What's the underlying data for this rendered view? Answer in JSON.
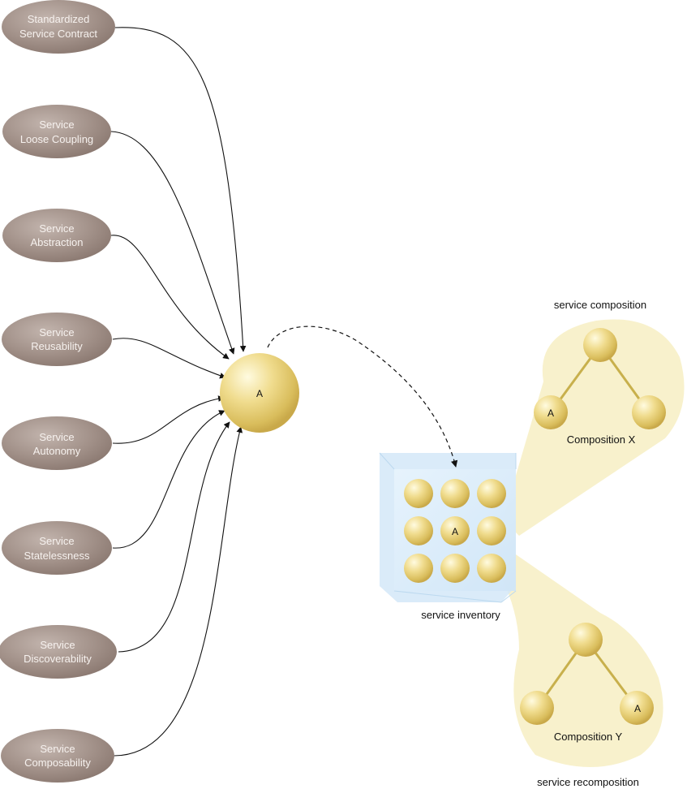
{
  "principles": [
    {
      "line1": "Standardized",
      "line2": "Service Contract"
    },
    {
      "line1": "Service",
      "line2": "Loose Coupling"
    },
    {
      "line1": "Service",
      "line2": "Abstraction"
    },
    {
      "line1": "Service",
      "line2": "Reusability"
    },
    {
      "line1": "Service",
      "line2": "Autonomy"
    },
    {
      "line1": "Service",
      "line2": "Statelessness"
    },
    {
      "line1": "Service",
      "line2": "Discoverability"
    },
    {
      "line1": "Service",
      "line2": "Composability"
    }
  ],
  "central_service": {
    "label": "A"
  },
  "inventory": {
    "label": "service inventory",
    "highlighted_label": "A"
  },
  "composition_x": {
    "heading": "service composition",
    "label": "Composition X",
    "member_label": "A"
  },
  "composition_y": {
    "heading": "service recomposition",
    "label": "Composition Y",
    "member_label": "A"
  },
  "colors": {
    "principle_fill": "#a09088",
    "service_ball": "#e8d17a",
    "composition_bubble": "#f8f1cc",
    "inventory_box": "#dceefb"
  }
}
